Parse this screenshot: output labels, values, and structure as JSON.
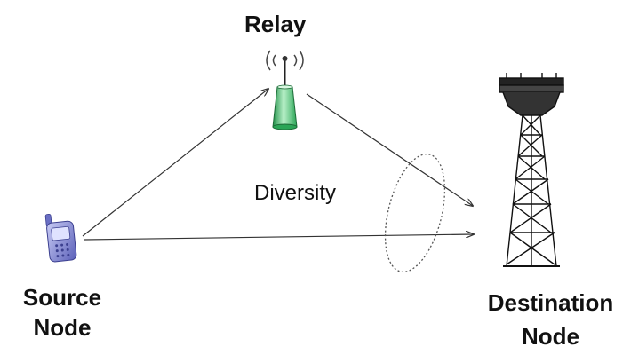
{
  "nodes": {
    "relay": {
      "label": "Relay"
    },
    "source": {
      "line1": "Source",
      "line2": "Node"
    },
    "destination": {
      "line1": "Destination",
      "line2": "Node"
    }
  },
  "annotations": {
    "diversity": "Diversity"
  },
  "icons": {
    "relay": "antenna-icon",
    "source": "mobile-phone-icon",
    "destination": "transmission-tower-icon"
  },
  "colors": {
    "antenna_body": "#3fbf6a",
    "antenna_highlight": "#b8f0c8",
    "phone_body": "#8a8fd6",
    "phone_screen": "#5a5fb8",
    "line": "#333333",
    "tower": "#111111"
  }
}
